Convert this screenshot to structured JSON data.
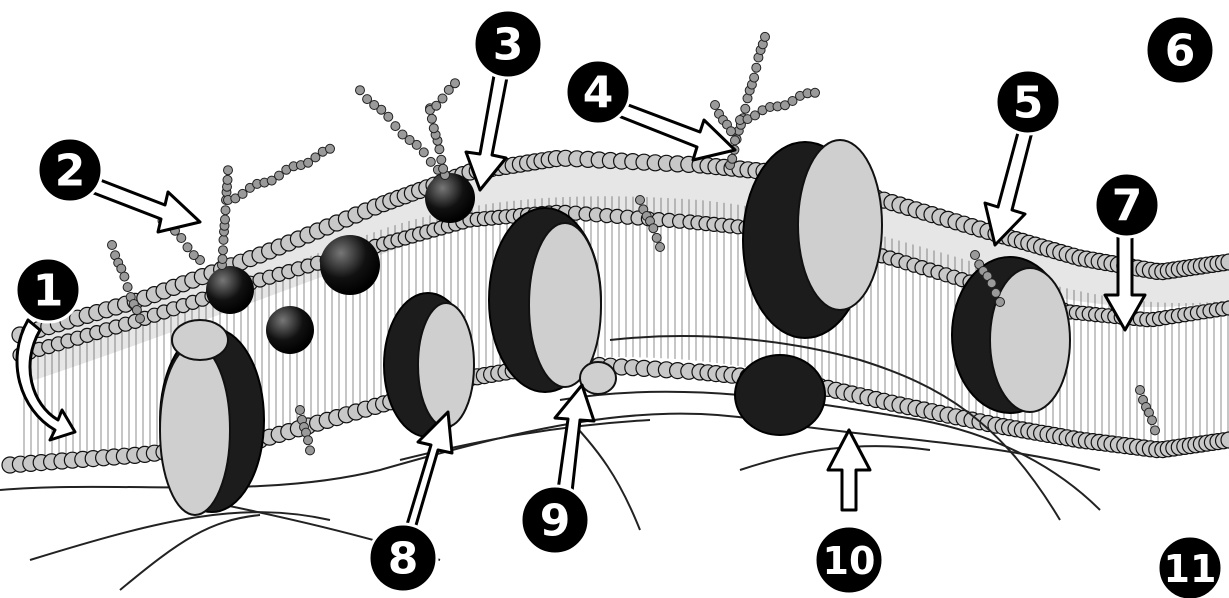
{
  "labels": [
    "1",
    "2",
    "3",
    "4",
    "5",
    "6",
    "7",
    "8",
    "9",
    "10",
    "11"
  ],
  "colors": {
    "label_fill": "#000000",
    "label_text": "#ffffff",
    "phospholipid_head": "#c8c8c8",
    "protein_dark": "#1c1c1c",
    "protein_light": "#cfcfcf",
    "background": "#ffffff"
  }
}
